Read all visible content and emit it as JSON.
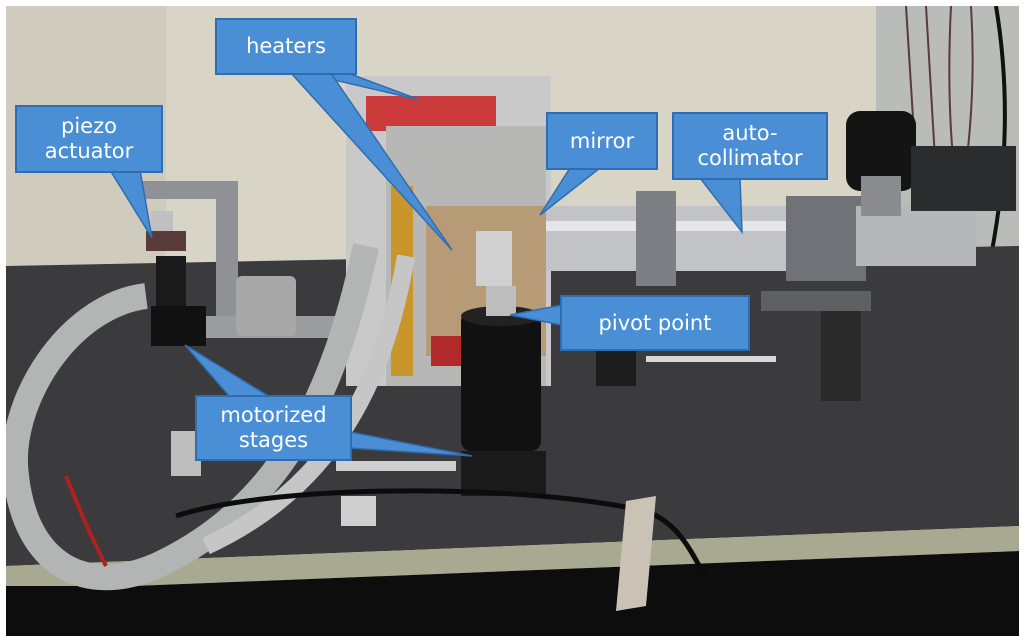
{
  "figure": {
    "description": "Photograph of an optical test setup with blue callout labels",
    "colors": {
      "callout_fill": "#4a8fd6",
      "callout_border": "#2f6db0",
      "callout_text": "#ffffff"
    }
  },
  "callouts": [
    {
      "id": "heaters",
      "label": "heaters"
    },
    {
      "id": "piezo-actuator",
      "label": "piezo actuator"
    },
    {
      "id": "mirror",
      "label": "mirror"
    },
    {
      "id": "auto-collimator",
      "label": "auto-collimator"
    },
    {
      "id": "pivot-point",
      "label": "pivot point"
    },
    {
      "id": "motorized-stages",
      "label": "motorized stages"
    }
  ]
}
